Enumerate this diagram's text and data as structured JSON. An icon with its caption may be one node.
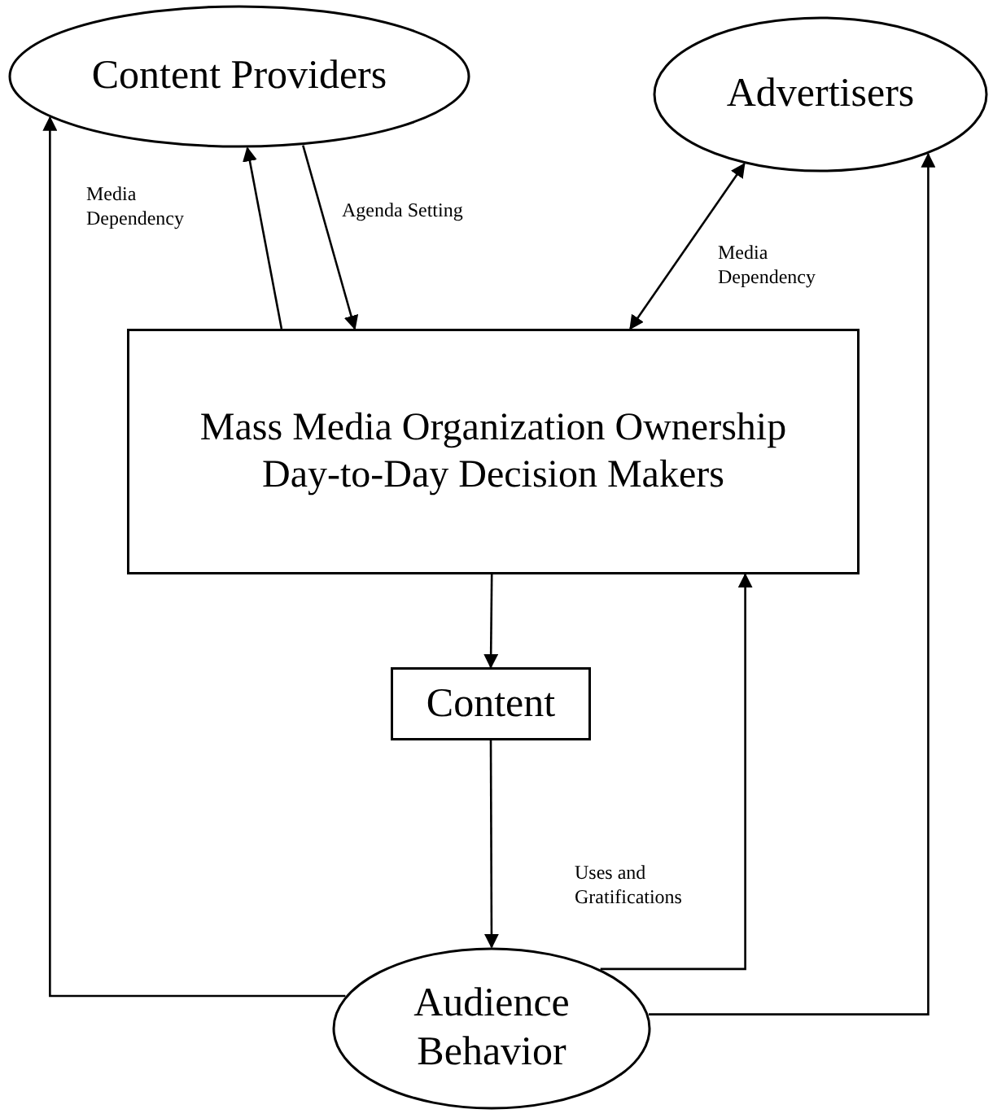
{
  "diagram": {
    "nodes": [
      {
        "text": [
          "Content Providers"
        ]
      },
      {
        "text": [
          "Advertisers"
        ]
      },
      {
        "text": [
          "Mass Media Organization Ownership Day-to-Day Decision Makers"
        ]
      },
      {
        "text": [
          "Content"
        ]
      },
      {
        "text": [
          "Audience Behavior"
        ]
      }
    ],
    "edges": [
      {
        "from": 2,
        "to": 0,
        "arrow": "to",
        "label": "Media Dependency"
      },
      {
        "from": 0,
        "to": 2,
        "arrow": "to",
        "label": "Agenda Setting"
      },
      {
        "from": 2,
        "to": 1,
        "arrow": "both",
        "label": "Media Dependency"
      },
      {
        "from": 2,
        "to": 3,
        "arrow": "to"
      },
      {
        "from": 3,
        "to": 4,
        "arrow": "to"
      },
      {
        "from": 4,
        "to": 2,
        "arrow": "to",
        "label": "Uses and Gratifications"
      },
      {
        "from": 4,
        "to": 0,
        "arrow": "to"
      },
      {
        "from": 4,
        "to": 1,
        "arrow": "to"
      }
    ]
  }
}
